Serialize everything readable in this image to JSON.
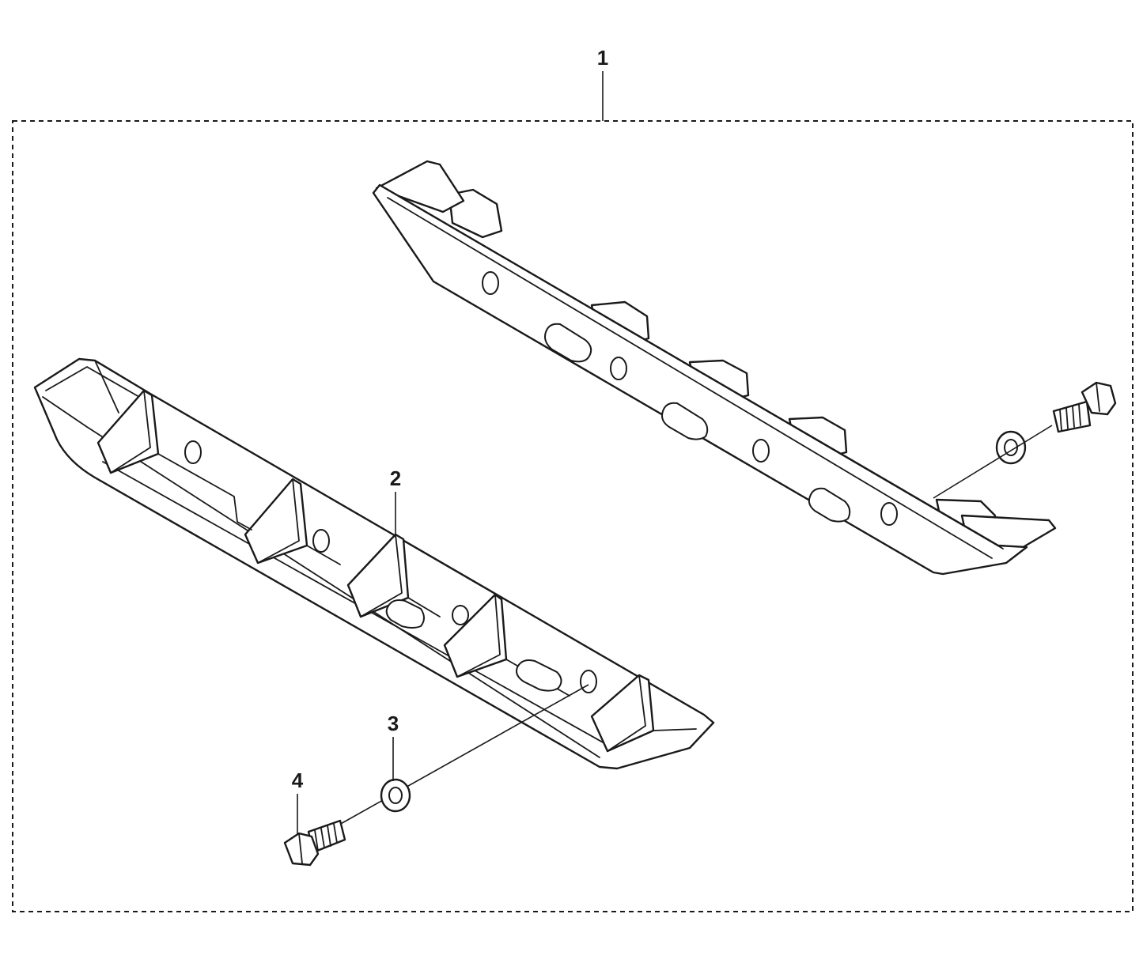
{
  "callouts": {
    "kit": "1",
    "skid": "2",
    "washer": "3",
    "bolt": "4"
  }
}
